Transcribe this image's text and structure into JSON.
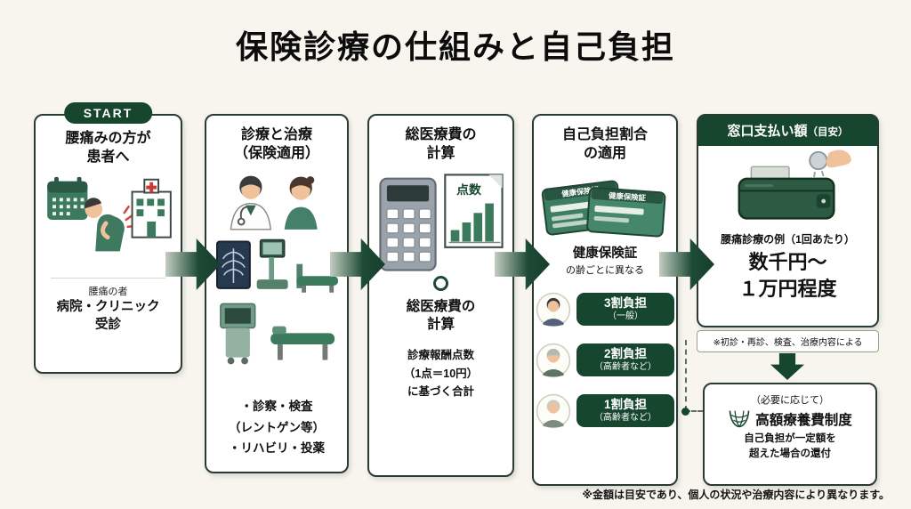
{
  "title": "保険診療の仕組みと自己負担",
  "footnote": "※金額は目安であり、個人の状況や治療内容により異なります。",
  "colors": {
    "dark_green": "#17462f",
    "mid_green": "#3c7a5e",
    "background": "#f7f5ee"
  },
  "panel1": {
    "badge": "START",
    "title1": "腰痛みの方が",
    "title2": "患者へ",
    "icons": [
      "calendar-icon",
      "back-pain-person-icon",
      "hospital-icon"
    ],
    "cap_small": "腰痛の者",
    "cap1": "病院・クリニック",
    "cap2": "受診"
  },
  "panel2": {
    "title1": "診療と治療",
    "title2": "（保険適用）",
    "icons": [
      "doctor-icon",
      "patient-icon",
      "xray-film-icon",
      "imaging-machine-icon",
      "ultrasound-cart-icon",
      "treatment-bed-icon"
    ],
    "cap1": "・診察・検査",
    "cap2": "（レントゲン等）",
    "cap3": "・リハビリ・投薬"
  },
  "panel3": {
    "title1": "総医療費の",
    "title2": "計算",
    "chart_label": "点数",
    "icons": [
      "calculator-icon",
      "score-chart-icon"
    ],
    "mid1": "総医療費の",
    "mid2": "計算",
    "cap1": "診療報酬点数",
    "cap2": "（1点＝10円）",
    "cap3": "に基づく合計"
  },
  "panel4": {
    "title1": "自己負担割合",
    "title2": "の適用",
    "card_label": "健康保険証",
    "subtitle_bold": "健康保険証",
    "subtitle_rest": "の齢ごとに異なる",
    "icons": [
      "insurance-card-icon",
      "person-young-icon",
      "person-senior-icon",
      "person-senior2-icon"
    ],
    "tiers": [
      {
        "label": "3割負担",
        "sub": "（一般）"
      },
      {
        "label": "2割負担",
        "sub": "（高齢者など）"
      },
      {
        "label": "1割負担",
        "sub": "（高齢者など）"
      }
    ]
  },
  "panel5": {
    "header": "窓口支払い額",
    "header_sub": "（目安）",
    "icons": [
      "wallet-coin-icon",
      "safety-net-icon"
    ],
    "example": "腰痛診療の例（1回あたり）",
    "amount1": "数千円〜",
    "amount2": "１万円程度",
    "note": "※初診・再診、検査、治療内容による",
    "sub1": "（必要に応じて）",
    "sub2": "高額療養費制度",
    "sub3": "自己負担が一定額を",
    "sub4": "超えた場合の還付"
  }
}
